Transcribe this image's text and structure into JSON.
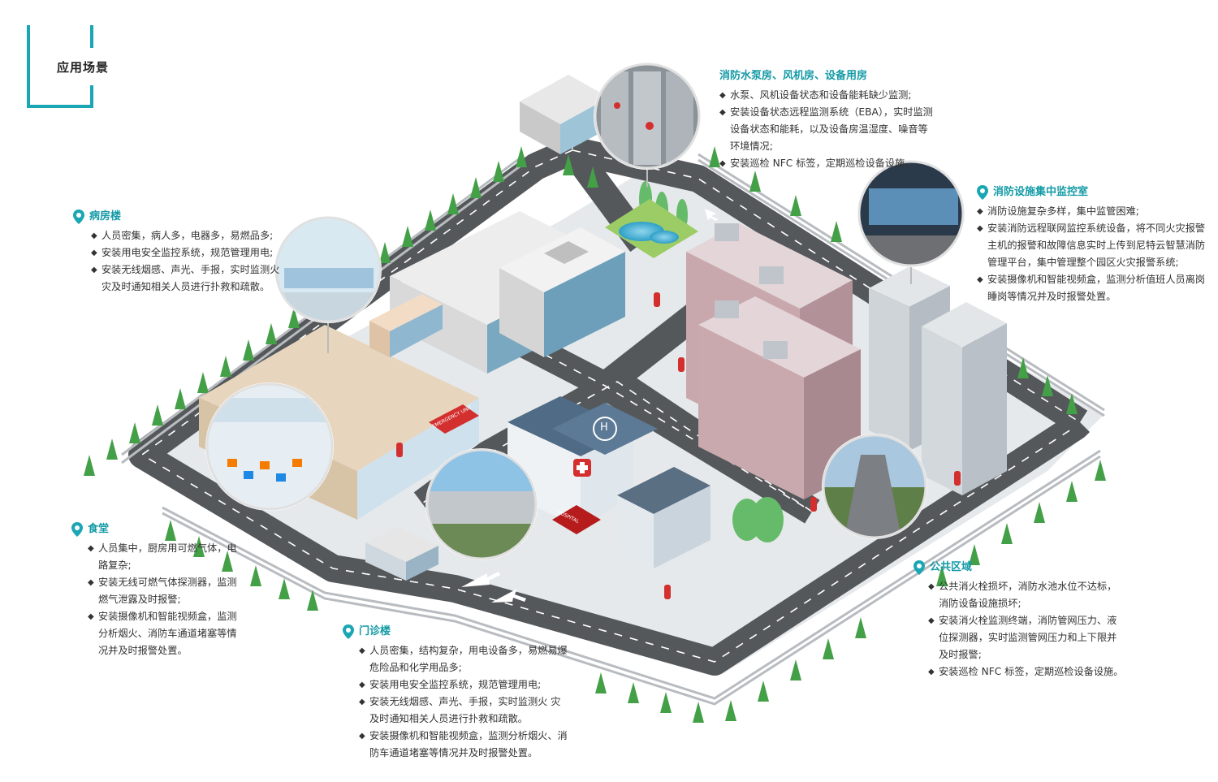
{
  "page_title": "应用场景",
  "colors": {
    "accent": "#1aa6b3",
    "heading": "#139aa6",
    "road": "#55585b",
    "tree": "#4caf50",
    "hydrant": "#d32f2f"
  },
  "sections": [
    {
      "id": "pump-room",
      "title": "消防水泵房、风机房、设备用房",
      "items": [
        "水泵、风机设备状态和设备能耗缺少监测;",
        "安装设备状态远程监测系统（EBA），实时监测设备状态和能耗，以及设备房温湿度、噪音等环境情况;",
        "安装巡检 NFC 标签，定期巡检设备设施。"
      ]
    },
    {
      "id": "control-room",
      "title": "消防设施集中监控室",
      "items": [
        "消防设施复杂多样，集中监管困难;",
        "安装消防远程联网监控系统设备，将不同火灾报警主机的报警和故障信息实时上传到尼特云智慧消防管理平台，集中管理整个园区火灾报警系统;",
        "安装摄像机和智能视频盒，监测分析值班人员离岗睡岗等情况并及时报警处置。"
      ]
    },
    {
      "id": "ward",
      "title": "病房楼",
      "items": [
        "人员密集，病人多，电器多，易燃品多;",
        "安装用电安全监控系统，规范管理用电;",
        "安装无线烟感、声光、手报，实时监测火灾及时通知相关人员进行扑救和疏散。"
      ]
    },
    {
      "id": "canteen",
      "title": "食堂",
      "items": [
        "人员集中，厨房用可燃气体，电路复杂;",
        "安装无线可燃气体探测器，监测燃气泄露及时报警;",
        "安装摄像机和智能视频盒，监测分析烟火、消防车通道堵塞等情况并及时报警处置。"
      ]
    },
    {
      "id": "outpatient",
      "title": "门诊楼",
      "items": [
        "人员密集，结构复杂，用电设备多，易燃易爆危险品和化学用品多;",
        "安装用电安全监控系统，规范管理用电;",
        "安装无线烟感、声光、手报，实时监测火 灾及时通知相关人员进行扑救和疏散。",
        "安装摄像机和智能视频盒，监测分析烟火、消防车通道堵塞等情况并及时报警处置。"
      ]
    },
    {
      "id": "public",
      "title": "公共区域",
      "items": [
        "公共消火栓损坏，消防水池水位不达标，消防设备设施损坏;",
        "安装消火栓监测终端，消防管网压力、液位探测器，实时监测管网压力和上下限并及时报警;",
        "安装巡检 NFC 标签，定期巡检设备设施。"
      ]
    }
  ],
  "building_signs": {
    "emergency": "EMERGENCY UNIT",
    "hospital": "HOSPITAL",
    "helipad": "H"
  }
}
